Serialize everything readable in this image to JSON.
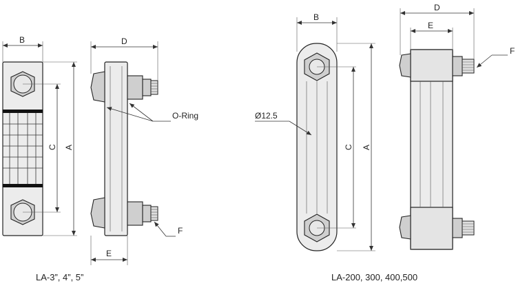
{
  "labels": {
    "b_left": "B",
    "d_left": "D",
    "c_left": "C",
    "a_left": "A",
    "e_left": "E",
    "f_left": "F",
    "oring": "O-Ring",
    "b_right": "B",
    "d_right": "D",
    "e_right": "E",
    "f_right": "F",
    "c_right": "C",
    "a_right": "A",
    "diameter": "Ø12.5"
  },
  "captions": {
    "left": "LA-3”, 4”, 5”",
    "right": "LA-200, 300, 400,500"
  }
}
